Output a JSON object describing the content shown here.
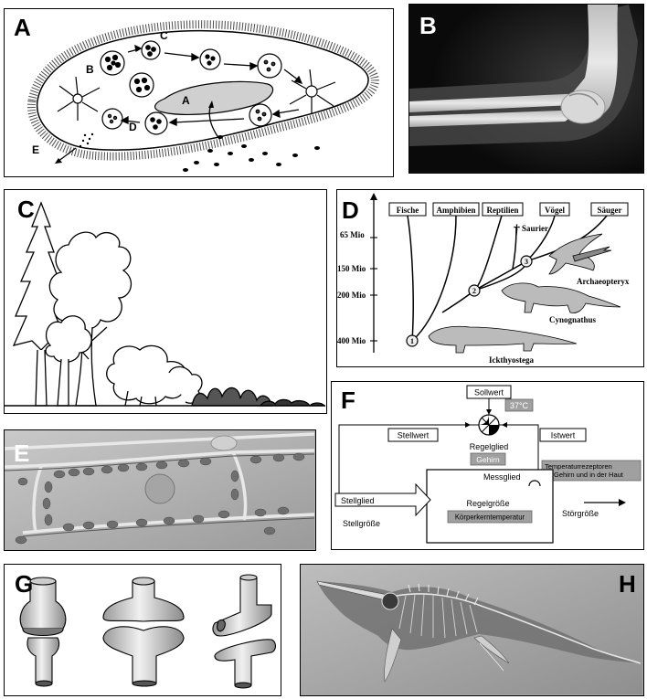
{
  "panels": {
    "a": {
      "label": "A",
      "parts": [
        "B",
        "C",
        "A",
        "D",
        "E"
      ]
    },
    "b": {
      "label": "B"
    },
    "c": {
      "label": "C"
    },
    "d": {
      "label": "D",
      "groups": [
        "Fische",
        "Amphibien",
        "Reptilien",
        "Vögel",
        "Säuger"
      ],
      "time_marks": [
        "65 Mio",
        "150 Mio",
        "200 Mio",
        "400 Mio"
      ],
      "nodes": [
        "1",
        "2",
        "3"
      ],
      "extinct_mark": "†",
      "species": [
        "Saurier",
        "Archaeopteryx",
        "Cynognathus",
        "Ickthyostega"
      ]
    },
    "e": {
      "label": "E"
    },
    "f": {
      "label": "F",
      "sollwert": "Sollwert",
      "temp": "37°C",
      "stellwert": "Stellwert",
      "istwert": "Istwert",
      "regelglied": "Regelglied",
      "gehirn": "Gehirn",
      "receptor_line1": "Temperaturrezeptoren",
      "receptor_line2": "im Gehirn und in der Haut",
      "messglied": "Messglied",
      "stellglied": "Stellglied",
      "regelgroesse": "Regelgröße",
      "koerperkern": "Körperkerntemperatur",
      "stellgroesse": "Stellgröße",
      "stoergroesse": "Störgröße"
    },
    "g": {
      "label": "G"
    },
    "h": {
      "label": "H"
    }
  }
}
